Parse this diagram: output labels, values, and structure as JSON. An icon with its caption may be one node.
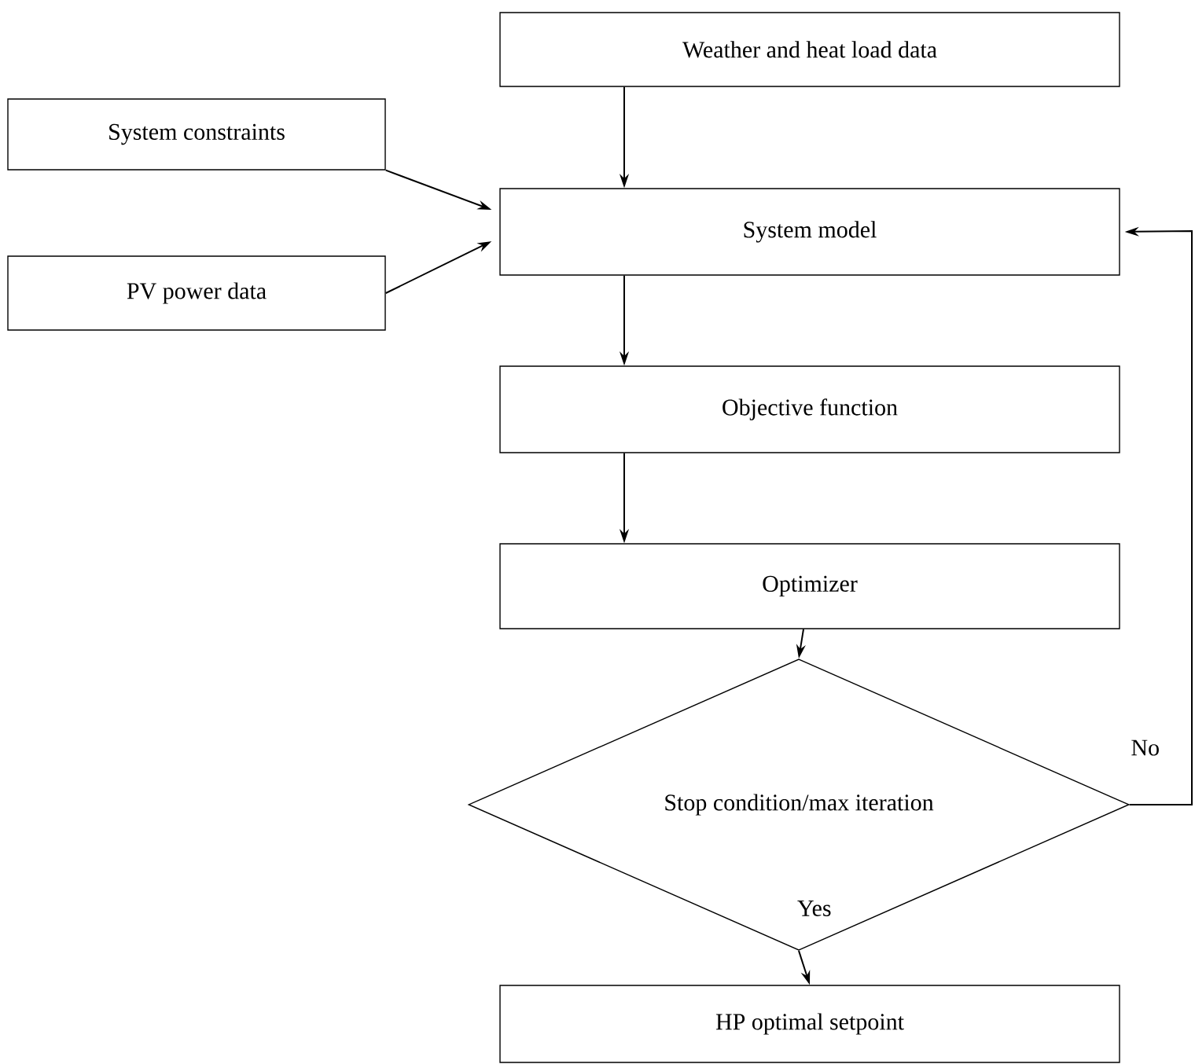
{
  "diagram": {
    "nodes": [
      {
        "text": [
          "Weather and heat load data"
        ]
      },
      {
        "text": [
          "System constraints"
        ]
      },
      {
        "text": [
          "System model"
        ]
      },
      {
        "text": [
          "PV power data"
        ]
      },
      {
        "text": [
          "Objective function"
        ]
      },
      {
        "text": [
          "Optimizer"
        ]
      },
      {
        "text": [
          "Stop condition/max iteration"
        ]
      },
      {
        "text": [
          "HP optimal setpoint"
        ]
      }
    ],
    "edges": [
      {
        "from": 0,
        "to": 2,
        "arrow": "to"
      },
      {
        "from": 1,
        "to": 2,
        "arrow": "to"
      },
      {
        "from": 3,
        "to": 2,
        "arrow": "to"
      },
      {
        "from": 2,
        "to": 4,
        "arrow": "to"
      },
      {
        "from": 4,
        "to": 5,
        "arrow": "to"
      },
      {
        "from": 5,
        "to": 6,
        "arrow": "to"
      },
      {
        "from": 6,
        "to": 7,
        "arrow": "to",
        "label": "Yes"
      },
      {
        "from": 6,
        "to": 2,
        "arrow": "to",
        "label": "No"
      }
    ]
  }
}
